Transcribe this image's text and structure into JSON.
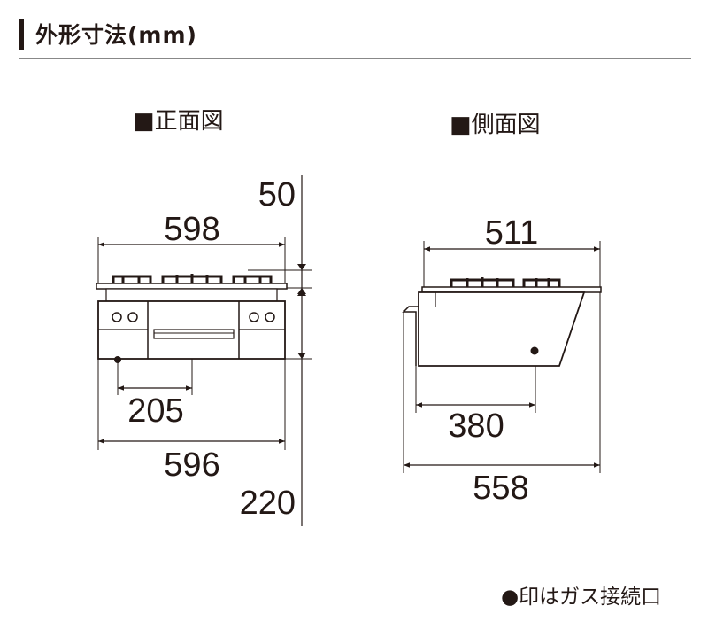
{
  "header": {
    "title": "外形寸法(mm)"
  },
  "front_view": {
    "label": "■正面図",
    "dims": {
      "top_width": "598",
      "bottom_width": "596",
      "gas_offset": "205",
      "top_height": "50",
      "body_height": "220"
    }
  },
  "side_view": {
    "label": "■側面図",
    "dims": {
      "top_depth": "511",
      "gas_depth": "380",
      "total_depth": "558"
    }
  },
  "note": "●印はガス接続口",
  "colors": {
    "ink": "#231815",
    "rule": "#888888"
  }
}
